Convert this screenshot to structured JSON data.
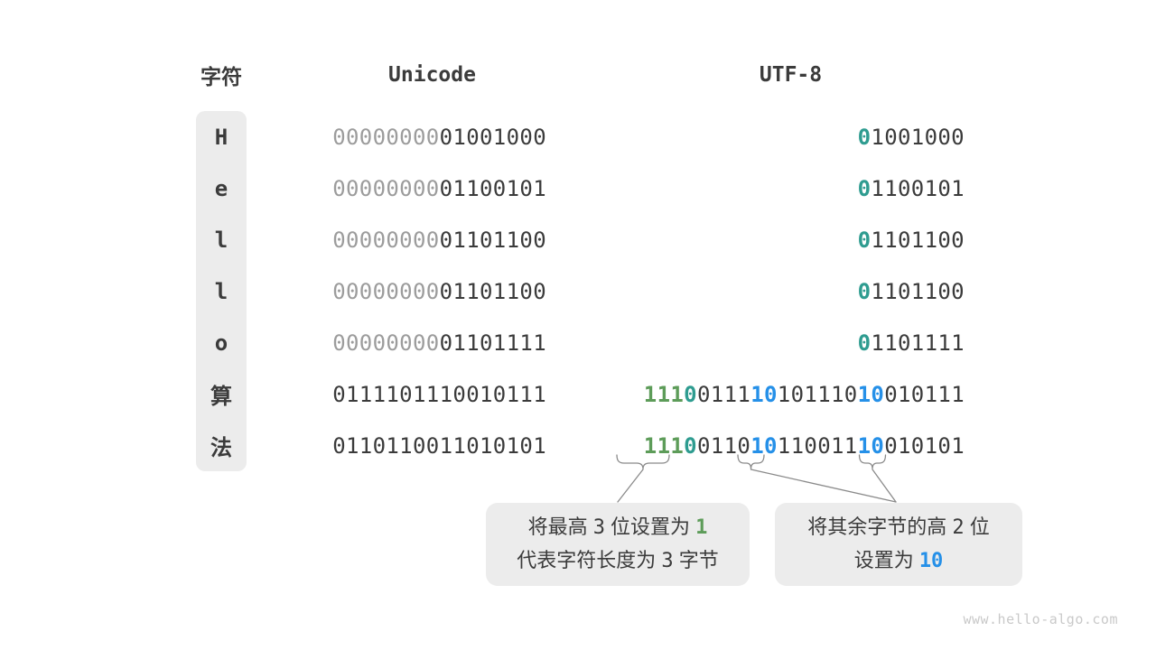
{
  "header": {
    "char": "字符",
    "unicode": "Unicode",
    "utf8": "UTF-8"
  },
  "colors": {
    "dark": "#3b3b3b",
    "gray": "#9c9c9c",
    "green": "#5d9c59",
    "teal": "#2e9c90",
    "blue": "#2590e8",
    "boxbg": "#ececec",
    "line": "#8a8a8a",
    "watermark": "#c9c9c9"
  },
  "rows": [
    {
      "char": "H",
      "unicode": [
        [
          {
            "t": "00000000",
            "s": "gray"
          }
        ],
        [
          {
            "t": "01001000",
            "s": "dark"
          }
        ]
      ],
      "utf8": [
        [
          {
            "t": "0",
            "s": "teal"
          },
          {
            "t": "1001000",
            "s": "dark"
          }
        ]
      ]
    },
    {
      "char": "e",
      "unicode": [
        [
          {
            "t": "00000000",
            "s": "gray"
          }
        ],
        [
          {
            "t": "01100101",
            "s": "dark"
          }
        ]
      ],
      "utf8": [
        [
          {
            "t": "0",
            "s": "teal"
          },
          {
            "t": "1100101",
            "s": "dark"
          }
        ]
      ]
    },
    {
      "char": "l",
      "unicode": [
        [
          {
            "t": "00000000",
            "s": "gray"
          }
        ],
        [
          {
            "t": "01101100",
            "s": "dark"
          }
        ]
      ],
      "utf8": [
        [
          {
            "t": "0",
            "s": "teal"
          },
          {
            "t": "1101100",
            "s": "dark"
          }
        ]
      ]
    },
    {
      "char": "l",
      "unicode": [
        [
          {
            "t": "00000000",
            "s": "gray"
          }
        ],
        [
          {
            "t": "01101100",
            "s": "dark"
          }
        ]
      ],
      "utf8": [
        [
          {
            "t": "0",
            "s": "teal"
          },
          {
            "t": "1101100",
            "s": "dark"
          }
        ]
      ]
    },
    {
      "char": "o",
      "unicode": [
        [
          {
            "t": "00000000",
            "s": "gray"
          }
        ],
        [
          {
            "t": "01101111",
            "s": "dark"
          }
        ]
      ],
      "utf8": [
        [
          {
            "t": "0",
            "s": "teal"
          },
          {
            "t": "1101111",
            "s": "dark"
          }
        ]
      ]
    },
    {
      "char": "算",
      "unicode": [
        [
          {
            "t": "01111011",
            "s": "dark"
          }
        ],
        [
          {
            "t": "10010111",
            "s": "dark"
          }
        ]
      ],
      "utf8": [
        [
          {
            "t": "111",
            "s": "green"
          },
          {
            "t": "0",
            "s": "teal"
          },
          {
            "t": "0111",
            "s": "dark"
          }
        ],
        [
          {
            "t": "10",
            "s": "blue"
          },
          {
            "t": "101110",
            "s": "dark"
          }
        ],
        [
          {
            "t": "10",
            "s": "blue"
          },
          {
            "t": "010111",
            "s": "dark"
          }
        ]
      ]
    },
    {
      "char": "法",
      "unicode": [
        [
          {
            "t": "01101100",
            "s": "dark"
          }
        ],
        [
          {
            "t": "11010101",
            "s": "dark"
          }
        ]
      ],
      "utf8": [
        [
          {
            "t": "111",
            "s": "green"
          },
          {
            "t": "0",
            "s": "teal"
          },
          {
            "t": "0110",
            "s": "dark"
          }
        ],
        [
          {
            "t": "10",
            "s": "blue"
          },
          {
            "t": "110011",
            "s": "dark"
          }
        ],
        [
          {
            "t": "10",
            "s": "blue"
          },
          {
            "t": "010101",
            "s": "dark"
          }
        ]
      ]
    }
  ],
  "callouts": {
    "box1": {
      "line1": [
        {
          "t": "将最高 ",
          "s": "cjk"
        },
        {
          "t": "3",
          "s": "num"
        },
        {
          "t": " 位设置为 ",
          "s": "cjk"
        },
        {
          "t": "1",
          "s": "green"
        }
      ],
      "line2": [
        {
          "t": "代表字符长度为 ",
          "s": "cjk"
        },
        {
          "t": "3",
          "s": "num"
        },
        {
          "t": " 字节",
          "s": "cjk"
        }
      ]
    },
    "box2": {
      "line1": [
        {
          "t": "将其余字节的高 ",
          "s": "cjk"
        },
        {
          "t": "2",
          "s": "num"
        },
        {
          "t": " 位",
          "s": "cjk"
        }
      ],
      "line2": [
        {
          "t": "设置为 ",
          "s": "cjk"
        },
        {
          "t": "10",
          "s": "blue"
        }
      ]
    }
  },
  "watermark": "www.hello-algo.com"
}
